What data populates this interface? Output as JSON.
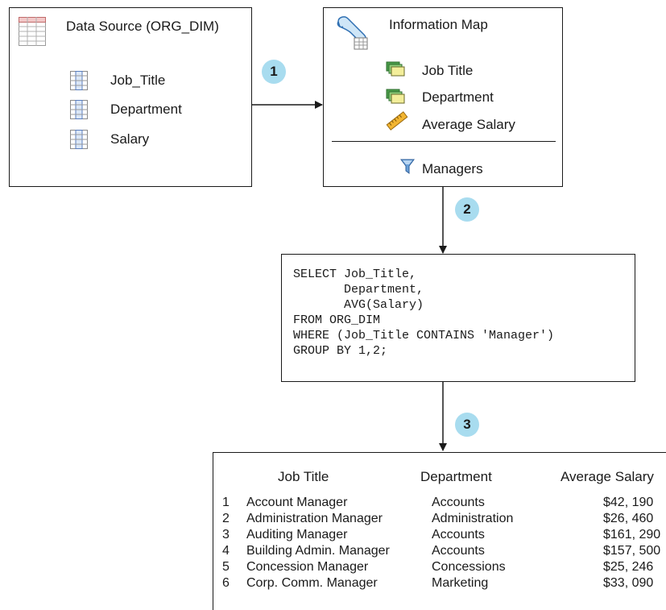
{
  "data_source": {
    "title": "Data Source (ORG_DIM)",
    "columns": [
      "Job_Title",
      "Department",
      "Salary"
    ]
  },
  "info_map": {
    "title": "Information Map",
    "items": [
      "Job Title",
      "Department",
      "Average Salary"
    ],
    "filter": "Managers"
  },
  "steps": [
    "1",
    "2",
    "3"
  ],
  "sql": {
    "lines": [
      "SELECT Job_Title,",
      "       Department,",
      "       AVG(Salary)",
      "FROM ORG_DIM",
      "WHERE (Job_Title CONTAINS 'Manager')",
      "GROUP BY 1,2;"
    ]
  },
  "results": {
    "headers": [
      "Job Title",
      "Department",
      "Average Salary"
    ],
    "rows": [
      {
        "n": "1",
        "job": "Account Manager",
        "dept": "Accounts",
        "salary": "$42, 190"
      },
      {
        "n": "2",
        "job": "Administration Manager",
        "dept": "Administration",
        "salary": "$26, 460"
      },
      {
        "n": "3",
        "job": "Auditing Manager",
        "dept": "Accounts",
        "salary": "$161, 290"
      },
      {
        "n": "4",
        "job": "Building Admin. Manager",
        "dept": "Accounts",
        "salary": "$157, 500"
      },
      {
        "n": "5",
        "job": "Concession Manager",
        "dept": "Concessions",
        "salary": "$25, 246"
      },
      {
        "n": "6",
        "job": "Corp. Comm. Manager",
        "dept": "Marketing",
        "salary": "$33, 090"
      }
    ]
  }
}
